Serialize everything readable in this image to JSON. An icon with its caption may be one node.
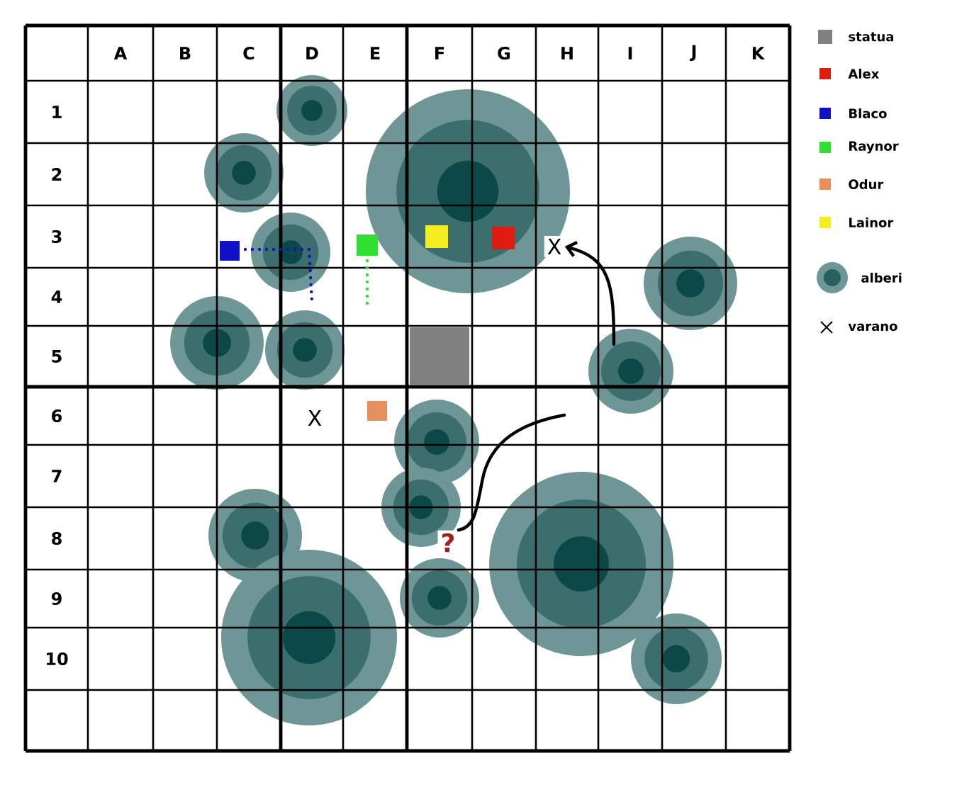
{
  "diagram": {
    "nodes": [
      {
        "text": [
          "X"
        ]
      },
      {
        "text": [
          "?"
        ]
      }
    ],
    "edges": [
      {
        "from": null,
        "to": 0,
        "arrow": "to"
      },
      {
        "from": null,
        "to": 1,
        "arrow": "none"
      }
    ],
    "labels": [
      "A",
      "B",
      "C",
      "D",
      "E",
      "F",
      "G",
      "H",
      "I",
      "J",
      "K",
      "1",
      "2",
      "3",
      "4",
      "5",
      "6",
      "7",
      "8",
      "9",
      "10",
      "X"
    ],
    "legend": [
      {
        "text": "statua",
        "color": "#808080"
      },
      {
        "text": "Alex",
        "color": "#e01c10"
      },
      {
        "text": "Blaco",
        "color": "#1010c8"
      },
      {
        "text": "Raynor",
        "color": "#30e030"
      },
      {
        "text": "Odur",
        "color": "#e8905c"
      },
      {
        "text": "Lainor",
        "color": "#f4ee20"
      },
      {
        "text": "alberi"
      },
      {
        "text": "varano"
      }
    ]
  }
}
